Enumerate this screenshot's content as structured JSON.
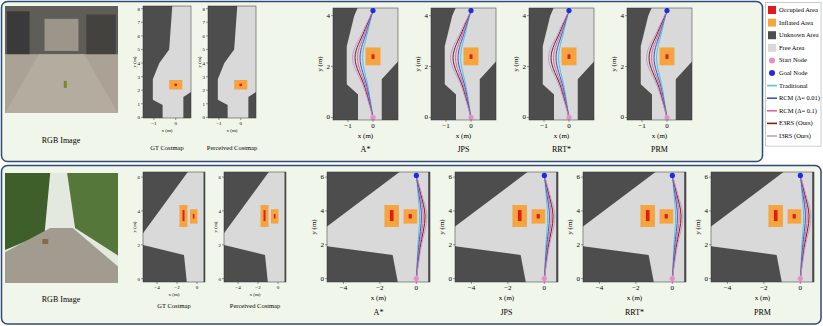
{
  "diagram": {
    "labels": [
      "RGB Image",
      "0",
      "1",
      "2",
      "3",
      "4",
      "5",
      "6",
      "7",
      "8",
      "y (m)",
      "−1",
      "0",
      "x (m)",
      "GT Costmap",
      "0",
      "1",
      "2",
      "3",
      "4",
      "5",
      "6",
      "7",
      "8",
      "y (m)",
      "−1",
      "0",
      "x (m)",
      "Perceived Costmap",
      "0",
      "2",
      "4",
      "y (m)",
      "−1",
      "0",
      "x (m)",
      "A*",
      "0",
      "2",
      "4",
      "y (m)",
      "−1",
      "0",
      "x (m)",
      "JPS",
      "0",
      "2",
      "4",
      "y (m)",
      "−1",
      "0",
      "x (m)",
      "RRT*",
      "0",
      "2",
      "4",
      "y (m)",
      "−1",
      "0",
      "x (m)",
      "PRM",
      "RGB Image",
      "0",
      "2",
      "4",
      "6",
      "y (m)",
      "−4",
      "−2",
      "0",
      "x (m)",
      "GT Costmap",
      "0",
      "2",
      "4",
      "6",
      "y (m)",
      "−4",
      "−2",
      "0",
      "x (m)",
      "Perceived Costmap",
      "0",
      "2",
      "4",
      "6",
      "y (m)",
      "−4",
      "−2",
      "0",
      "x (m)",
      "A*",
      "0",
      "2",
      "4",
      "6",
      "y (m)",
      "−4",
      "−2",
      "0",
      "x (m)",
      "JPS",
      "0",
      "2",
      "4",
      "6",
      "y (m)",
      "−4",
      "−2",
      "0",
      "x (m)",
      "RRT*",
      "0",
      "2",
      "4",
      "6",
      "y (m)",
      "−4",
      "−2",
      "0",
      "x (m)",
      "PRM"
    ],
    "legend": [
      {
        "text": "Occupied Area",
        "color": "#e31a1c"
      },
      {
        "text": "Inflated Area",
        "color": "#f5a540"
      },
      {
        "text": "Unknown Area",
        "color": "#4d4d4d"
      },
      {
        "text": "Free Area",
        "color": "#d9d9d9"
      },
      {
        "text": "Start Node"
      },
      {
        "text": "Goal Node"
      },
      {
        "text": "Traditional"
      },
      {
        "text": "RCM (Δ= 0.01)"
      },
      {
        "text": "RCM (Δ= 0.1)"
      },
      {
        "text": "E3RS (Ours)"
      },
      {
        "text": "I3RS (Ours)"
      }
    ]
  }
}
